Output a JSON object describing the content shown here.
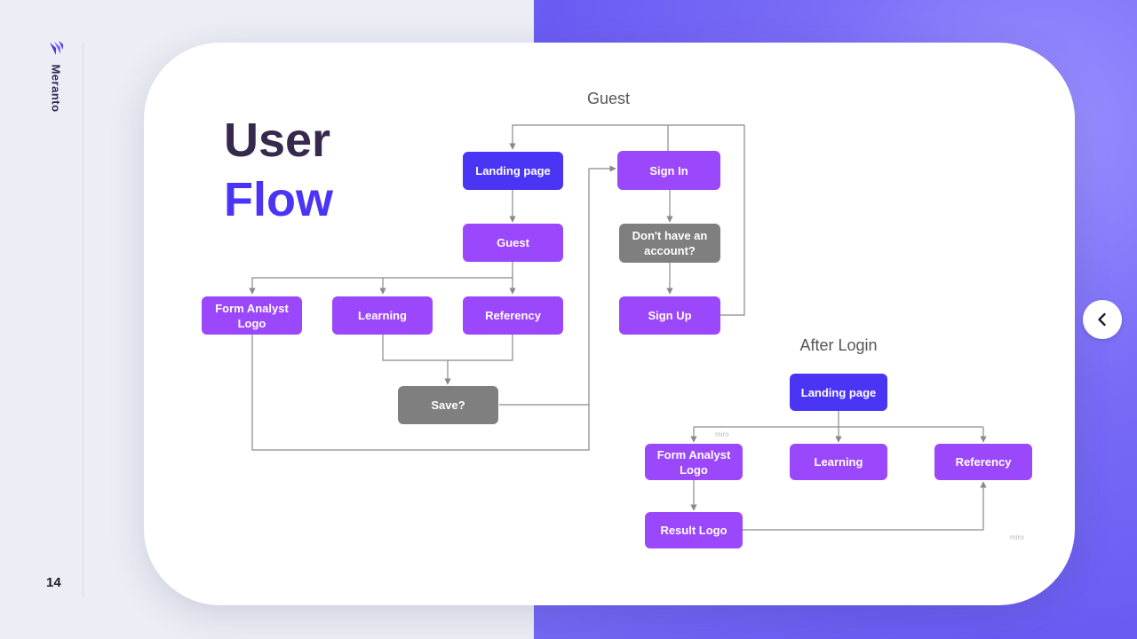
{
  "brand": {
    "name": "Meranto",
    "icon": "meranto-logo-icon"
  },
  "page_number": "14",
  "title": {
    "line1": "User",
    "line2": "Flow"
  },
  "colors": {
    "accent_blue": "#4a35f4",
    "node_purple": "#9b47fb",
    "node_gray": "#7f7f7f",
    "title_dark": "#37294e"
  },
  "guest_flow": {
    "label": "Guest",
    "nodes": {
      "landing": "Landing page",
      "guest": "Guest",
      "form": "Form Analyst Logo",
      "learning": "Learning",
      "referency": "Referency",
      "save": "Save?",
      "signin": "Sign In",
      "no_account": "Don't have an account?",
      "signup": "Sign Up"
    }
  },
  "after_login_flow": {
    "label": "After Login",
    "nodes": {
      "landing": "Landing page",
      "form": "Form Analyst Logo",
      "learning": "Learning",
      "referency": "Referency",
      "result": "Result Logo"
    }
  },
  "watermark": "miro",
  "nav": {
    "prev_icon": "chevron-left-icon"
  }
}
